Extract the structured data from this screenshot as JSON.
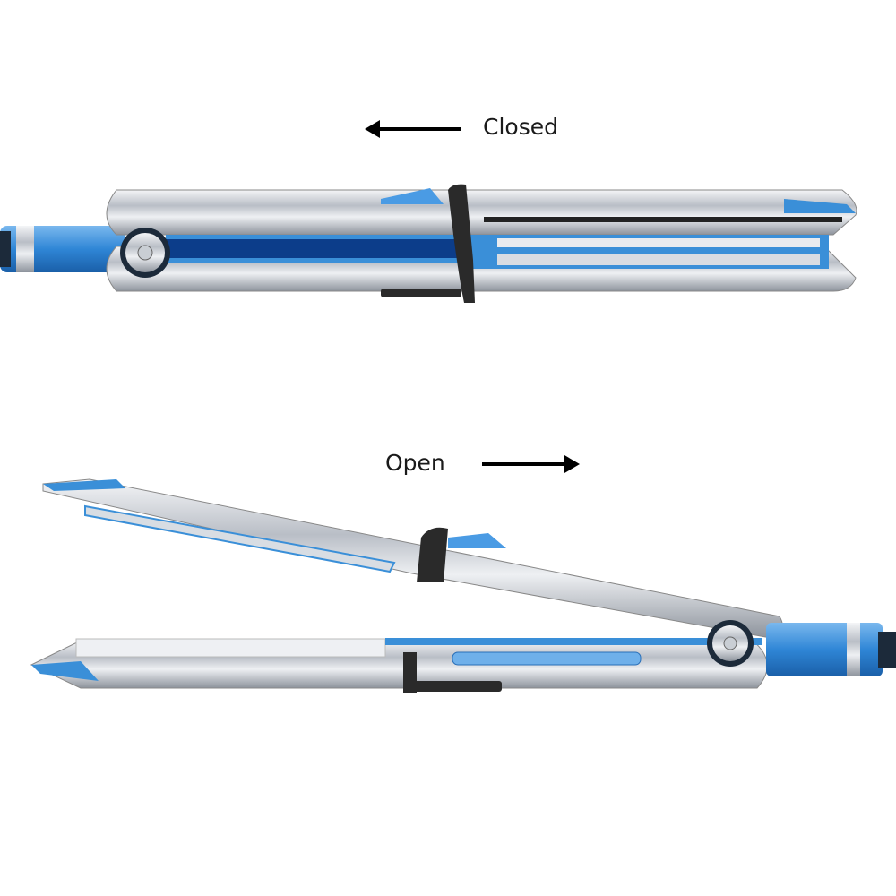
{
  "labels": {
    "closed": "Closed",
    "open": "Open"
  },
  "arrows": {
    "closed": "arrow-left",
    "open": "arrow-right"
  },
  "colors": {
    "accent_blue": "#3a8fd8",
    "dark_blue": "#0c3d8a",
    "chrome": "#c8ccd2",
    "grip": "#2a2a2a"
  }
}
